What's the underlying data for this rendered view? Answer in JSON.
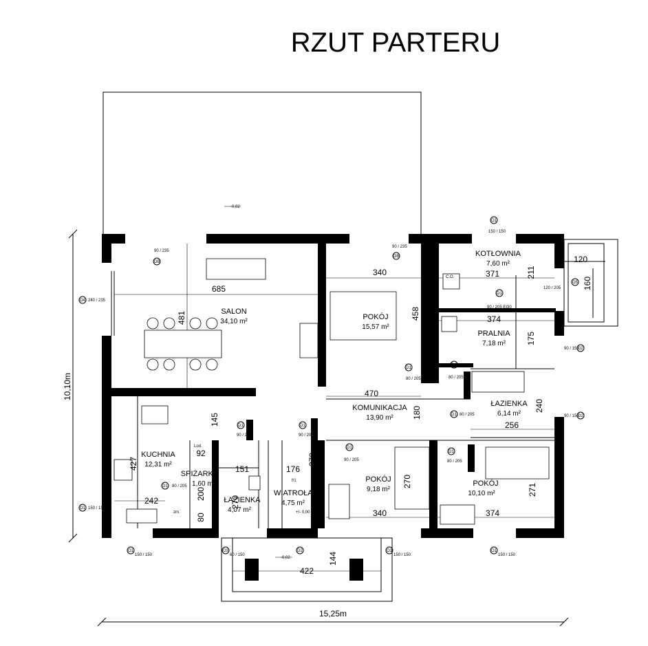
{
  "title": "RZUT PARTERU",
  "rooms": {
    "salon": {
      "name": "SALON",
      "area": "34,10 m²"
    },
    "pokoj1": {
      "name": "POKÓJ",
      "area": "15,57 m²"
    },
    "kotlownia": {
      "name": "KOTŁOWNIA",
      "area": "7,60 m²"
    },
    "pralnia": {
      "name": "PRALNIA",
      "area": "7,18 m²"
    },
    "lazienka1": {
      "name": "ŁAZIENKA",
      "area": "6,14 m²"
    },
    "komunikacja": {
      "name": "KOMUNIKACJA",
      "area": "13,90 m²"
    },
    "kuchnia": {
      "name": "KUCHNIA",
      "area": "12,31 m²"
    },
    "spizarka": {
      "name": "SPIŻARKA",
      "area": "1,60 m²"
    },
    "lazienka2": {
      "name": "ŁAZIENKA",
      "area": "4,07 m²"
    },
    "wiatrolap": {
      "name": "WIATROŁAP",
      "area": "4,75 m²"
    },
    "pokoj2": {
      "name": "POKÓJ",
      "area": "9,18 m²"
    },
    "pokoj3": {
      "name": "POKÓJ",
      "area": "10,10 m²"
    }
  },
  "dimensions": {
    "salon_width": "685",
    "salon_depth": "481",
    "pokoj1_width": "340",
    "pokoj1_depth": "458",
    "kotlownia_width": "371",
    "kotlownia_depth": "211",
    "vestibule_width": "120",
    "vestibule_depth": "160",
    "pralnia_width": "374",
    "pralnia_depth": "175",
    "komunikacja_width": "470",
    "komunikacja_depth": "180",
    "lazienka1_width": "256",
    "lazienka1_depth": "240",
    "kuchnia_wall": "145",
    "kuchnia_width": "242",
    "kuchnia_depth": "427",
    "spizarka_width": "92",
    "spizarka_depth": "200",
    "spizarka_small": "80",
    "lazienka2_width": "151",
    "lazienka2_depth": "270",
    "wiatrolap_width": "176",
    "wiatrolap_depth": "270",
    "pokoj2_width": "340",
    "pokoj2_depth": "270",
    "pokoj3_width": "374",
    "pokoj3_depth": "271",
    "porch_width": "422",
    "porch_depth": "144",
    "overall_width": "15,25m",
    "overall_height": "10,10m"
  },
  "levels": {
    "terrace": "-0,02",
    "porch": "-0,02",
    "entrance": "+/- 0,00"
  },
  "window_tags": {
    "o1": "O1",
    "o2": "O2",
    "o3": "O3",
    "o4": "O4",
    "o5": "O5",
    "ob": "OB",
    "d1": "D1",
    "d2": "D2"
  },
  "window_sizes": {
    "w90_235": "90 / 235",
    "w240_235": "240 / 235",
    "w150_150": "150 / 150",
    "w90_150": "90 / 150",
    "w60_150": "60 / 150",
    "w120_205": "120 / 205",
    "d80_205": "80 / 205",
    "d90_205": "90 / 205",
    "d90_205_ei30": "90 / 205 EI30"
  },
  "labels": {
    "boiler": "C.O.",
    "fridge": "Lod.",
    "pantry_mark": "zm.",
    "stair_mark": "f/1"
  }
}
